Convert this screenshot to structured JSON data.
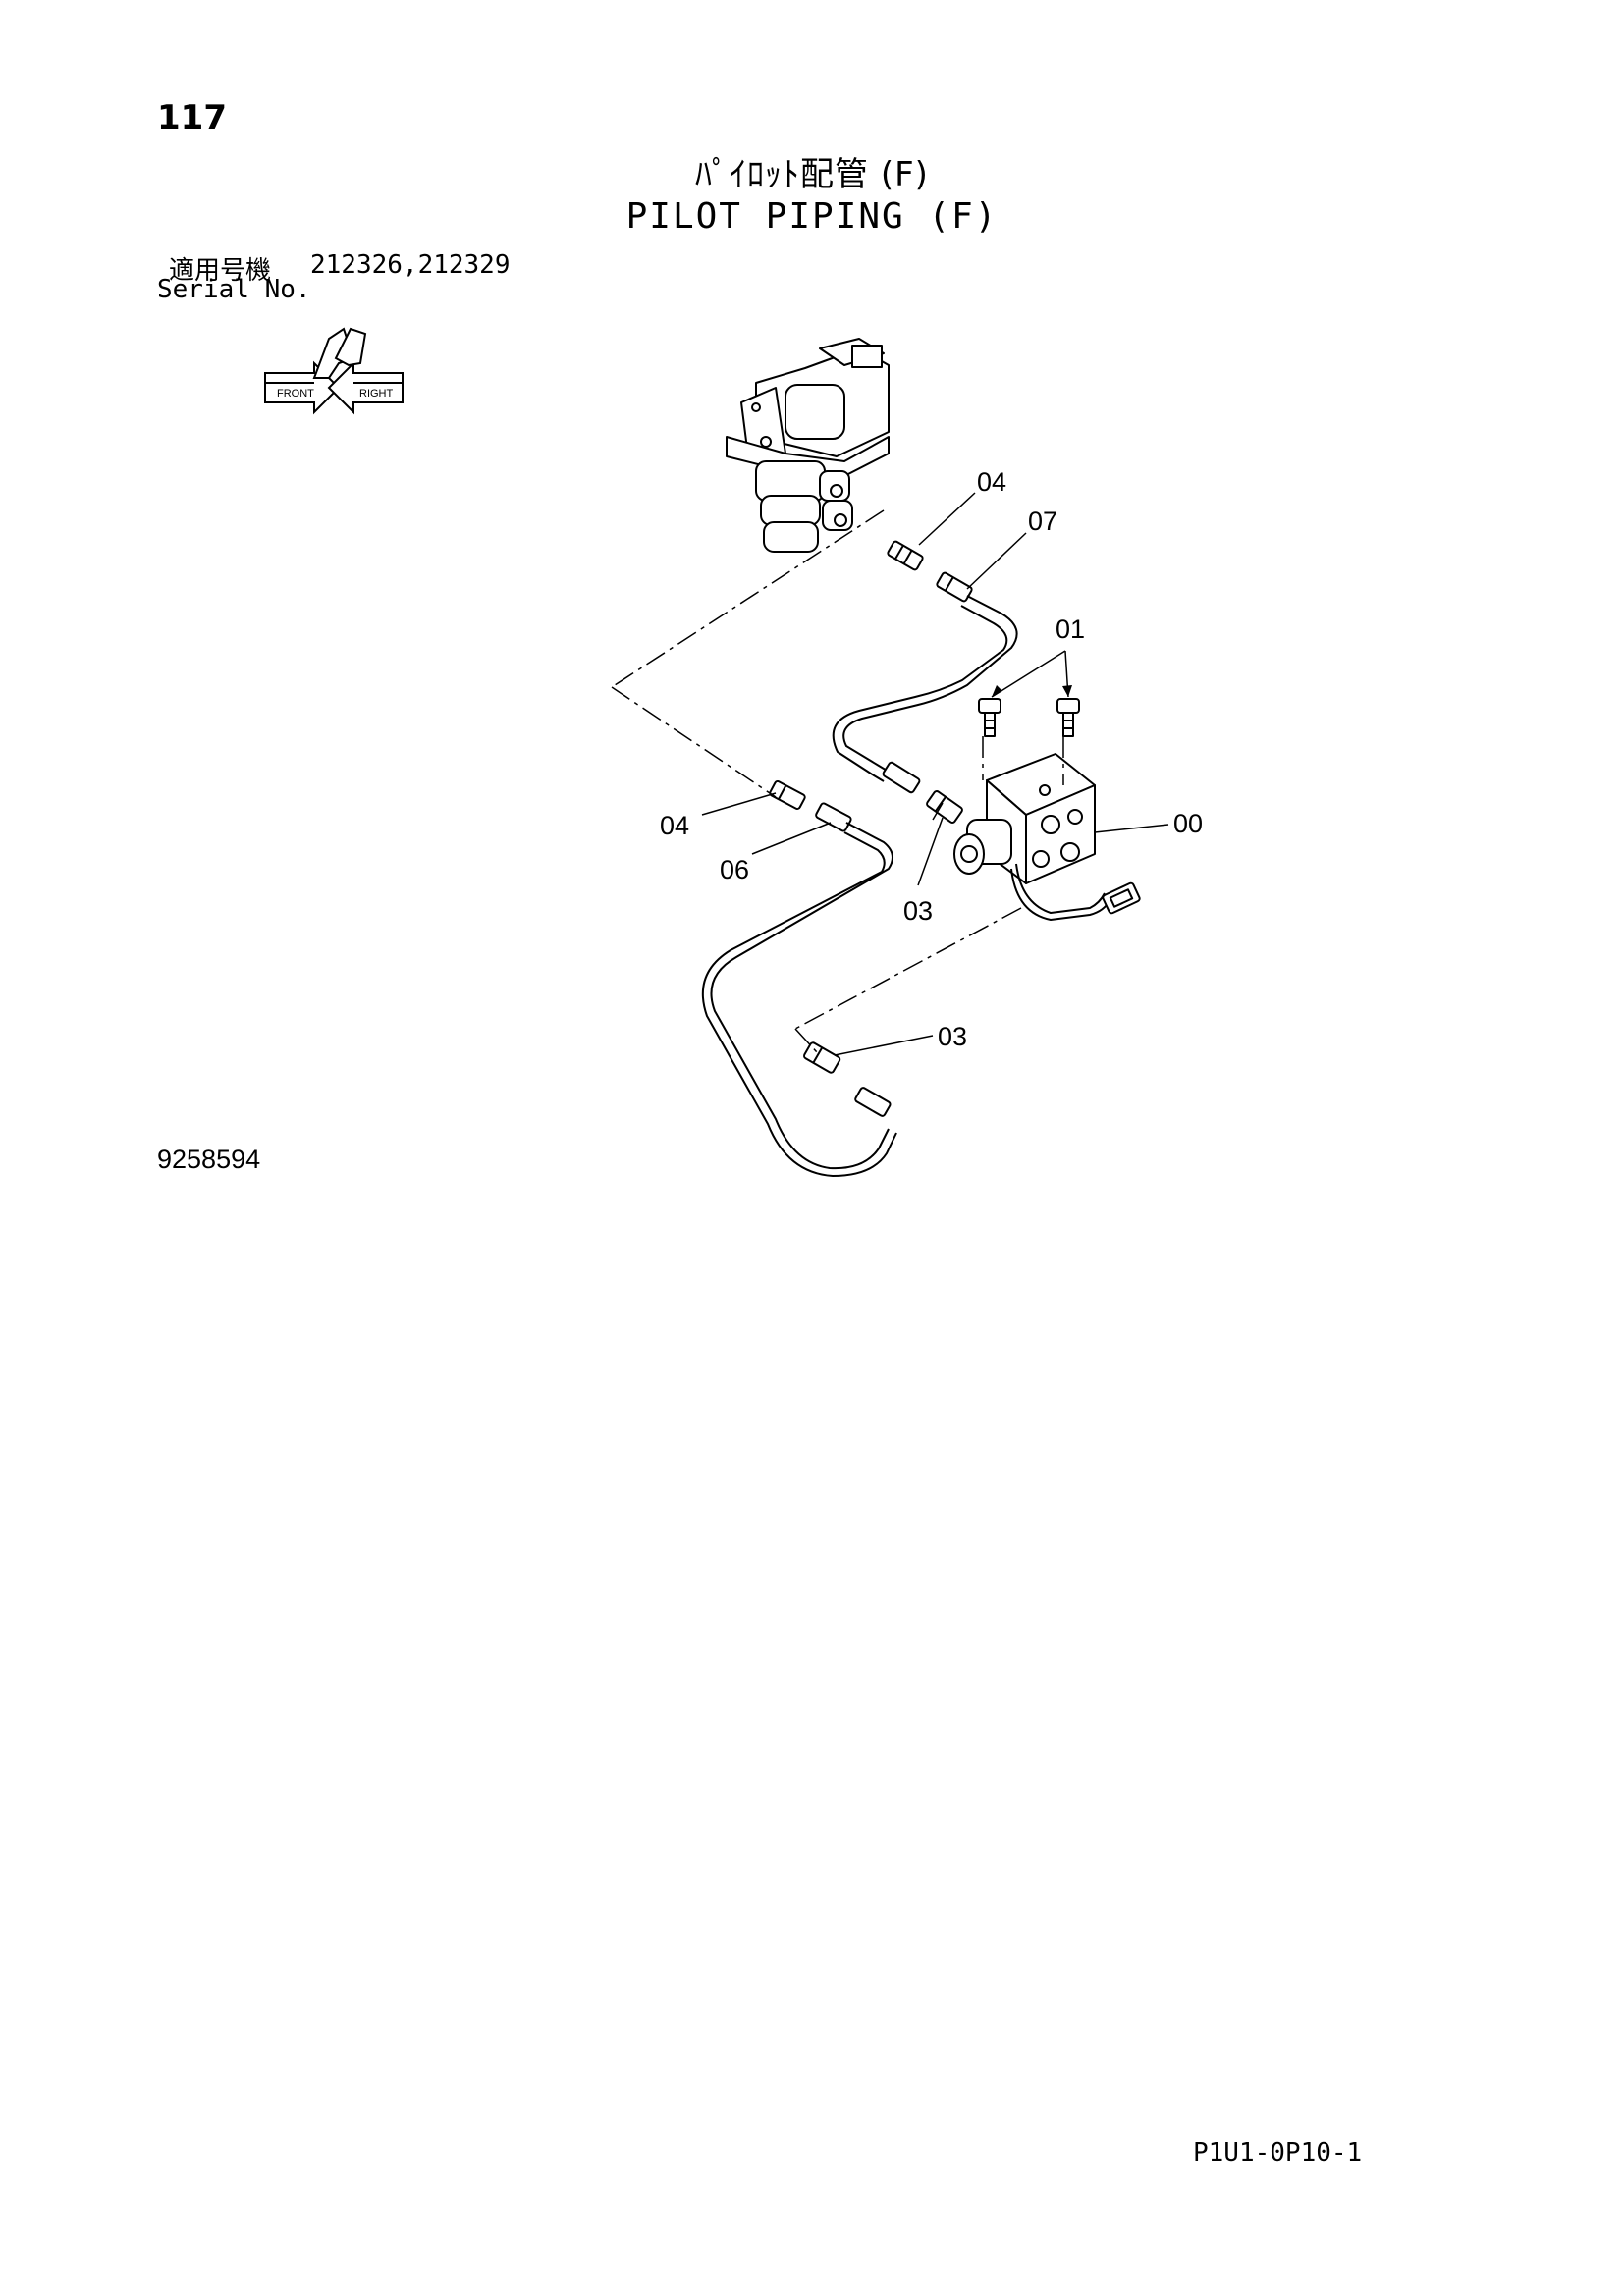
{
  "header": {
    "page_number": "117",
    "title_jp": "ﾊﾟｲﾛｯﾄ配管 (F)",
    "title_en": "PILOT PIPING (F)",
    "serial_label_jp": "適用号機",
    "serial_numbers": "212326,212329",
    "serial_label_en": "Serial No."
  },
  "orientation_icon": {
    "labels": [
      "FRONT",
      "RIGHT"
    ]
  },
  "callouts": [
    {
      "id": "c1",
      "label": "04"
    },
    {
      "id": "c2",
      "label": "07"
    },
    {
      "id": "c3",
      "label": "01"
    },
    {
      "id": "c4",
      "label": "00"
    },
    {
      "id": "c5",
      "label": "04"
    },
    {
      "id": "c6",
      "label": "06"
    },
    {
      "id": "c7",
      "label": "03"
    },
    {
      "id": "c8",
      "label": "03"
    }
  ],
  "footer": {
    "drawing_number": "9258594",
    "page_code": "P1U1-0P10-1"
  }
}
